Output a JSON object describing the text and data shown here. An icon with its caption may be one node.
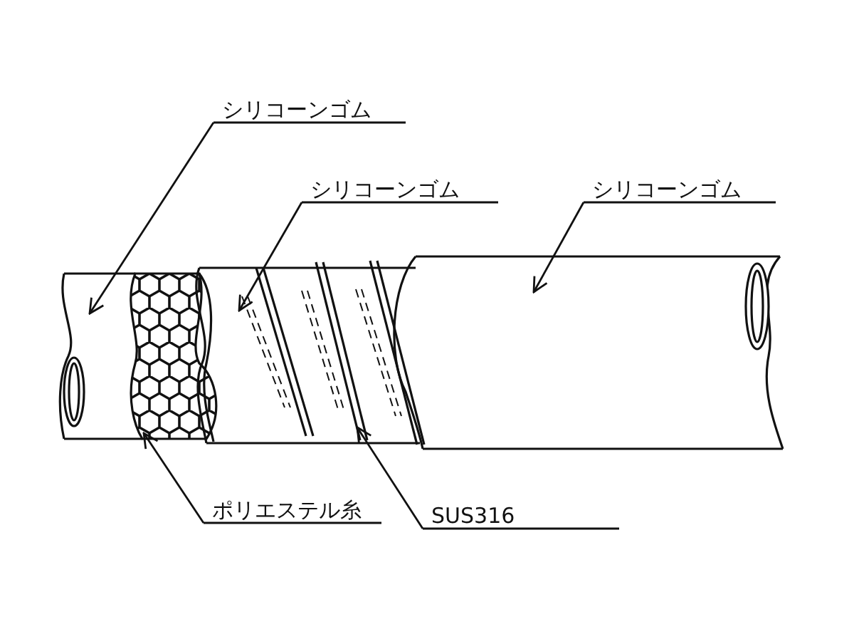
{
  "diagram": {
    "nodes": [
      {
        "text": [
          "シリコーンゴム"
        ]
      },
      {
        "text": [
          "シリコーンゴム"
        ]
      },
      {
        "text": [
          "シリコーンゴム"
        ]
      },
      {
        "text": [
          "ポリエステル糸"
        ]
      },
      {
        "text": [
          "SUS316"
        ]
      },
      {
        "text": [],
        "shape": "picture"
      },
      {
        "text": [],
        "shape": "picture"
      },
      {
        "text": [],
        "shape": "picture"
      },
      {
        "text": [],
        "shape": "picture",
        "in": 7
      },
      {
        "text": [],
        "shape": "picture"
      }
    ],
    "edges": [
      {
        "from": 0,
        "to": 5,
        "arrow": "to"
      },
      {
        "from": 1,
        "to": 7,
        "arrow": "to"
      },
      {
        "from": 2,
        "to": 9,
        "arrow": "to"
      },
      {
        "from": 3,
        "to": 6,
        "arrow": "to"
      },
      {
        "from": 4,
        "to": 8,
        "arrow": "to"
      }
    ]
  }
}
